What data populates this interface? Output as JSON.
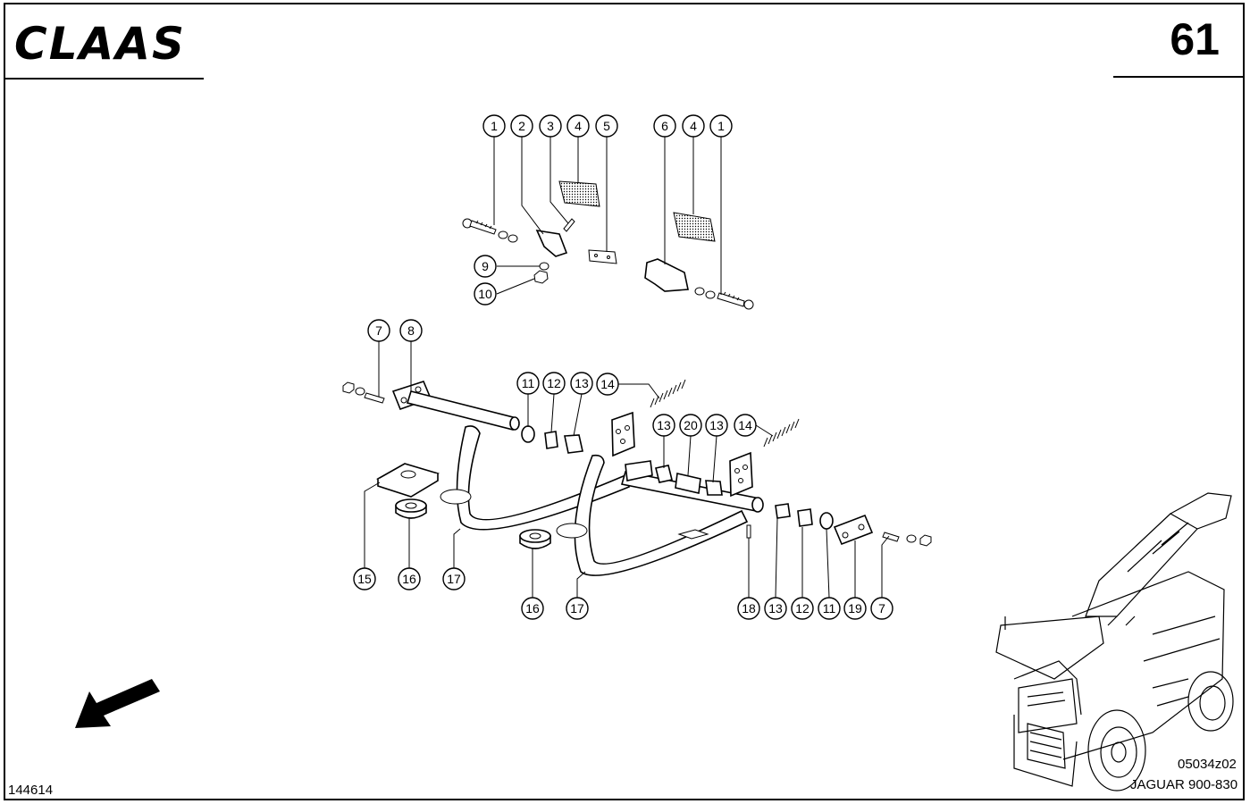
{
  "header": {
    "brand": "CLAAS",
    "page_number": "61"
  },
  "footer": {
    "doc_number": "144614",
    "image_code": "05034z02",
    "model": "JAGUAR 900-830"
  },
  "callouts": [
    {
      "id": "c1",
      "label": "1"
    },
    {
      "id": "c2",
      "label": "2"
    },
    {
      "id": "c3",
      "label": "3"
    },
    {
      "id": "c4",
      "label": "4"
    },
    {
      "id": "c5",
      "label": "5"
    },
    {
      "id": "c6",
      "label": "6"
    },
    {
      "id": "c7",
      "label": "4"
    },
    {
      "id": "c8",
      "label": "1"
    },
    {
      "id": "c9",
      "label": "9"
    },
    {
      "id": "c10",
      "label": "10"
    },
    {
      "id": "c11",
      "label": "7"
    },
    {
      "id": "c12",
      "label": "8"
    },
    {
      "id": "c13",
      "label": "11"
    },
    {
      "id": "c14",
      "label": "12"
    },
    {
      "id": "c15",
      "label": "13"
    },
    {
      "id": "c16",
      "label": "14"
    },
    {
      "id": "c17",
      "label": "13"
    },
    {
      "id": "c18",
      "label": "20"
    },
    {
      "id": "c19",
      "label": "13"
    },
    {
      "id": "c20",
      "label": "14"
    },
    {
      "id": "c21",
      "label": "15"
    },
    {
      "id": "c22",
      "label": "16"
    },
    {
      "id": "c23",
      "label": "17"
    },
    {
      "id": "c24",
      "label": "16"
    },
    {
      "id": "c25",
      "label": "17"
    },
    {
      "id": "c26",
      "label": "18"
    },
    {
      "id": "c27",
      "label": "13"
    },
    {
      "id": "c28",
      "label": "12"
    },
    {
      "id": "c29",
      "label": "11"
    },
    {
      "id": "c30",
      "label": "19"
    },
    {
      "id": "c31",
      "label": "7"
    }
  ],
  "icons": {
    "direction_arrow": "direction-arrow-icon",
    "machine_thumbnail": "forage-harvester-thumbnail"
  }
}
